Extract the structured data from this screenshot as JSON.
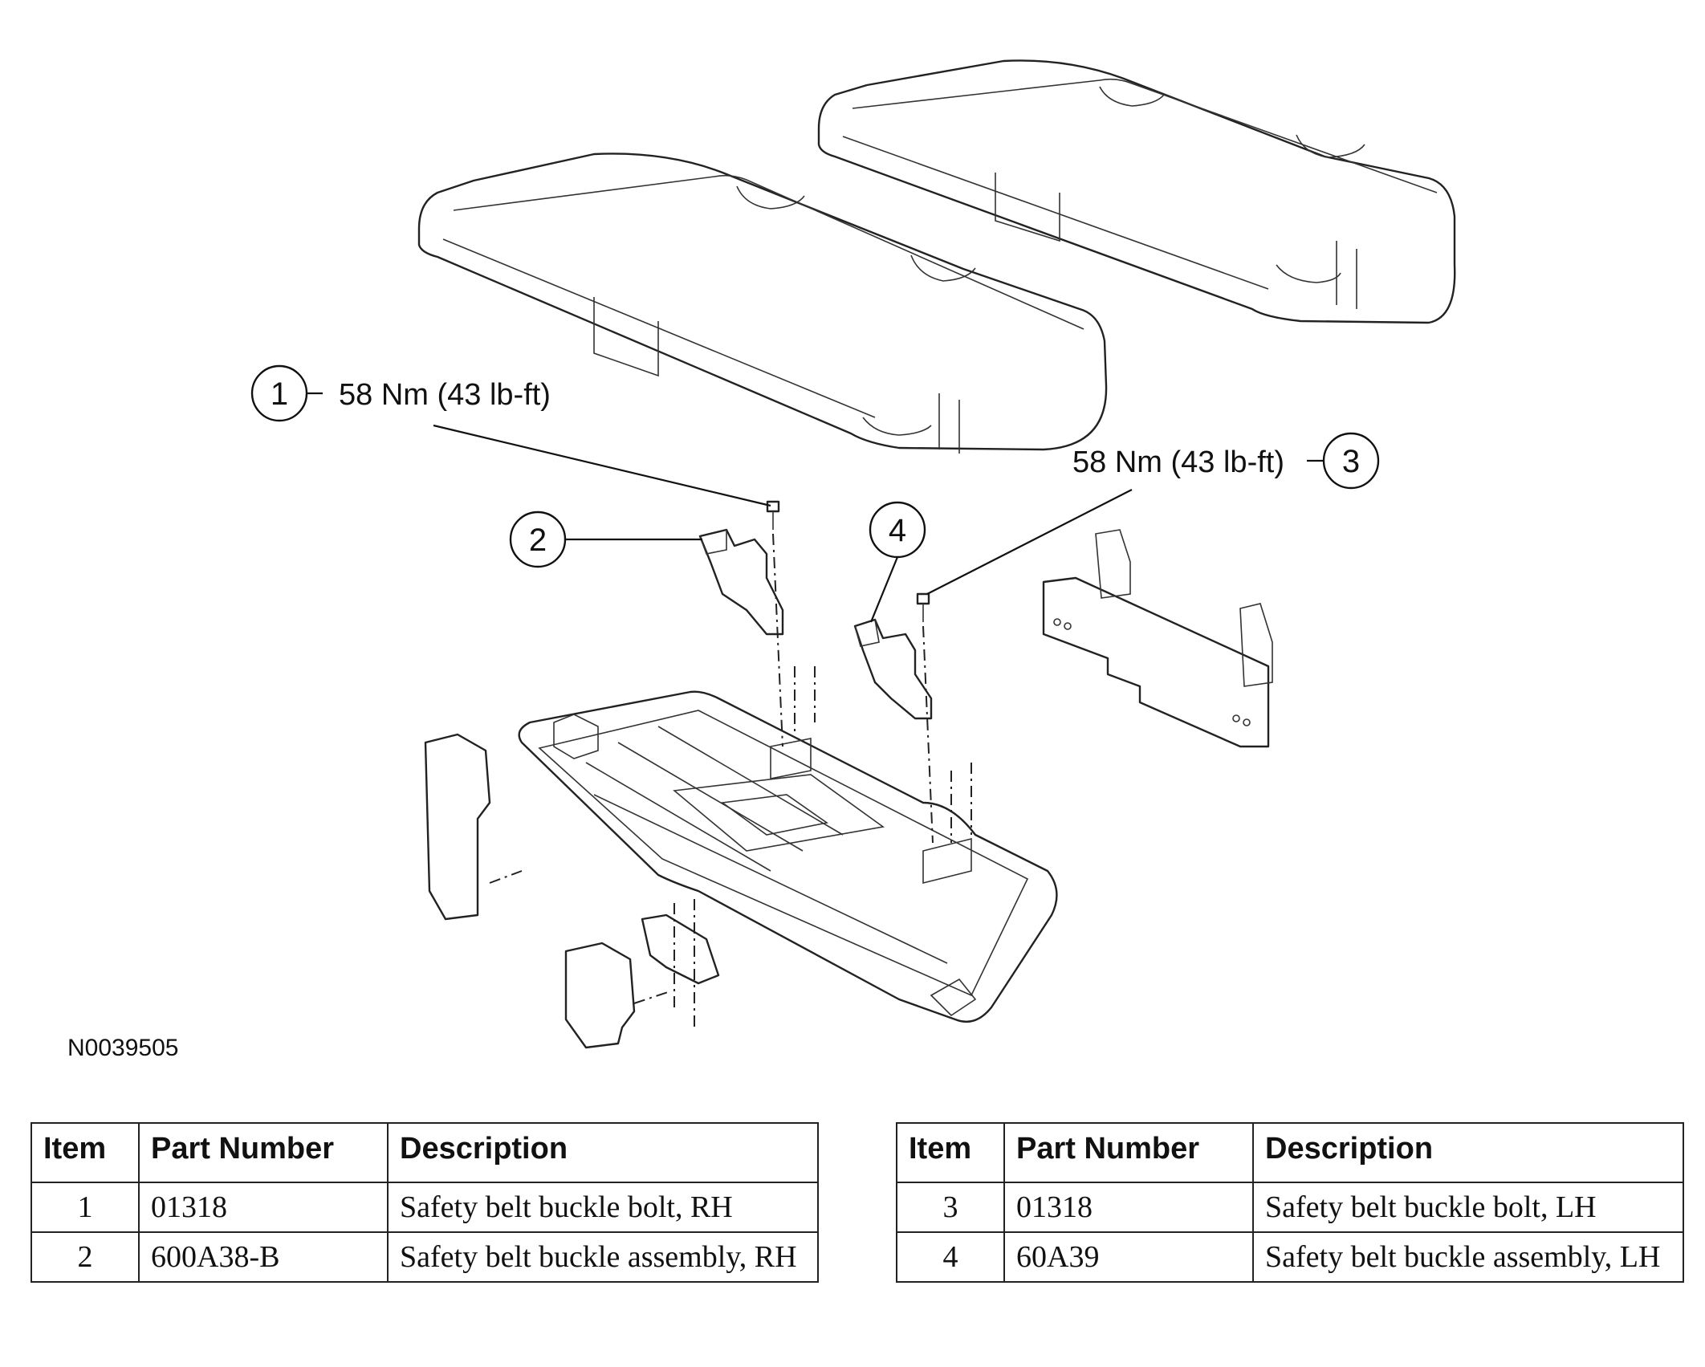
{
  "callouts": [
    {
      "number": "1",
      "torque": "58 Nm (43 lb-ft)"
    },
    {
      "number": "2"
    },
    {
      "number": "3",
      "torque": "58 Nm (43 lb-ft)"
    },
    {
      "number": "4"
    }
  ],
  "figure_id": "N0039505",
  "tables": [
    {
      "headers": [
        "Item",
        "Part Number",
        "Description"
      ],
      "rows": [
        {
          "item": "1",
          "part_number": "01318",
          "description": "Safety belt buckle bolt, RH"
        },
        {
          "item": "2",
          "part_number": "600A38-B",
          "description": "Safety belt buckle assembly, RH"
        }
      ]
    },
    {
      "headers": [
        "Item",
        "Part Number",
        "Description"
      ],
      "rows": [
        {
          "item": "3",
          "part_number": "01318",
          "description": "Safety belt buckle bolt, LH"
        },
        {
          "item": "4",
          "part_number": "60A39",
          "description": "Safety belt buckle assembly, LH"
        }
      ]
    }
  ]
}
